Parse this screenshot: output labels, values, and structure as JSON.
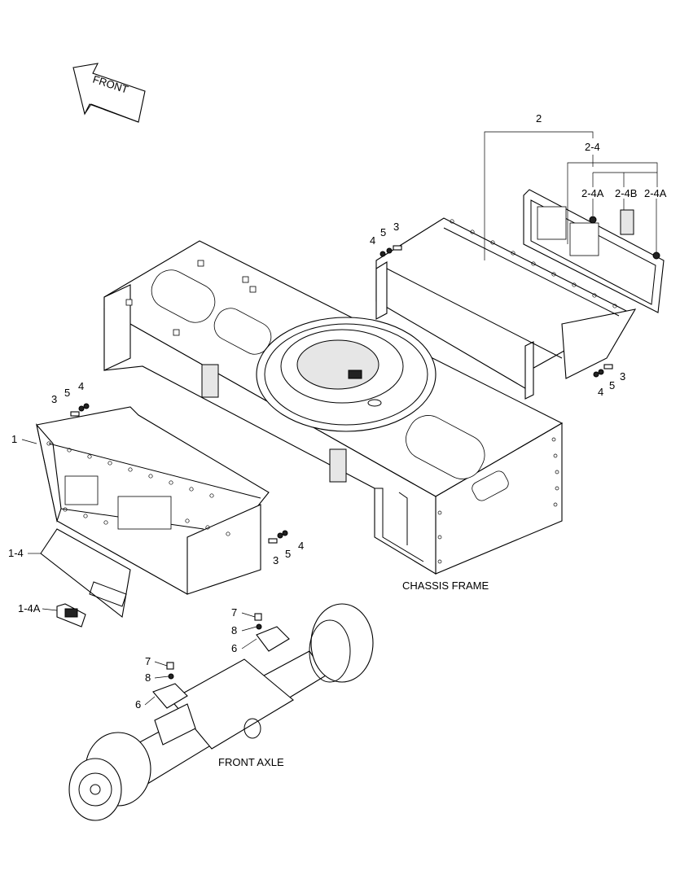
{
  "direction_label": "FRONT",
  "section_labels": {
    "chassis_frame": "CHASSIS FRAME",
    "front_axle": "FRONT AXLE"
  },
  "callouts": {
    "rear_assembly": "2",
    "rear_panel": "2-4",
    "rear_part_a_left": "2-4A",
    "rear_part_b": "2-4B",
    "rear_part_a_right": "2-4A",
    "top_washer": "4",
    "top_lockwasher": "5",
    "top_bolt": "3",
    "rear_right_bolt": "3",
    "rear_right_lockwasher": "5",
    "rear_right_washer": "4",
    "front_washer_top": "4",
    "front_lockwasher_top": "5",
    "front_bolt_top": "3",
    "front_assembly": "1",
    "front_panel": "1-4",
    "front_part_a": "1-4A",
    "front_bolt_bottom": "3",
    "front_lockwasher_bottom": "5",
    "front_washer_bottom": "4",
    "axle_bolt_top": "7",
    "axle_washer_top": "8",
    "axle_cover_top": "6",
    "axle_bolt_left": "7",
    "axle_washer_left": "8",
    "axle_cover_left": "6"
  }
}
